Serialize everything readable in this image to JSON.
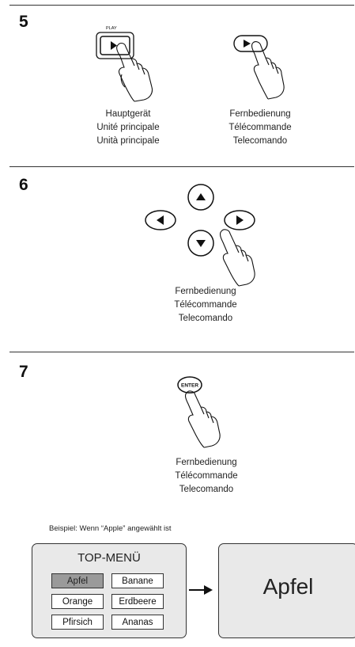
{
  "steps": [
    {
      "number": "5",
      "captions": [
        [
          "Hauptgerät",
          "Unité principale",
          "Unità principale"
        ],
        [
          "Fernbedienung",
          "Télécommande",
          "Telecomando"
        ]
      ],
      "button_label": "PLAY"
    },
    {
      "number": "6",
      "captions": [
        [
          "Fernbedienung",
          "Télécommande",
          "Telecomando"
        ]
      ]
    },
    {
      "number": "7",
      "captions": [
        [
          "Fernbedienung",
          "Télécommande",
          "Telecomando"
        ]
      ],
      "button_label": "ENTER"
    }
  ],
  "example": {
    "caption": "Beispiel: Wenn “Apple” angewählt ist",
    "menu_title": "TOP-MENÜ",
    "items": [
      "Apfel",
      "Banane",
      "Orange",
      "Erdbeere",
      "Pfirsich",
      "Ananas"
    ],
    "selected_item": "Apfel",
    "result": "Apfel"
  },
  "icons": [
    "play-button-icon",
    "hand-pointer-icon",
    "arrow-up-icon",
    "arrow-down-icon",
    "arrow-left-icon",
    "arrow-right-icon",
    "enter-button-icon",
    "arrow-right-icon"
  ],
  "colors": {
    "line": "#333333",
    "panel": "#e9e9e9",
    "selected": "#9a9a9a"
  }
}
